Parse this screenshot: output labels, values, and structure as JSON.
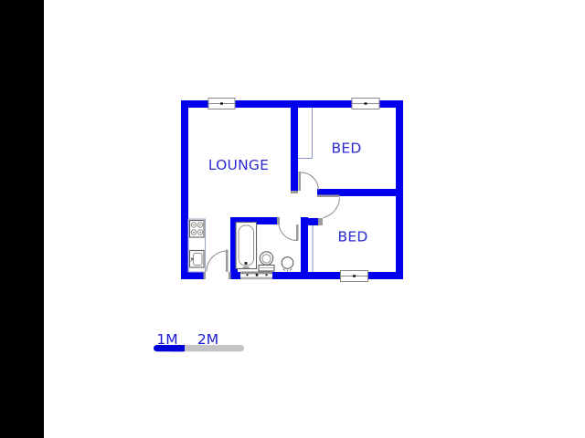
{
  "page": {
    "background": "#ffffff"
  },
  "sidebar": {
    "color": "#000000"
  },
  "floorplan": {
    "wall_color": "#0000ee",
    "label_color": "#2a2ad0",
    "rooms": [
      {
        "label": "LOUNGE"
      },
      {
        "label": "BED"
      },
      {
        "label": "BED"
      }
    ],
    "fixtures": [
      {
        "name": "stove"
      },
      {
        "name": "kitchen-sink"
      },
      {
        "name": "bathtub"
      },
      {
        "name": "toilet"
      },
      {
        "name": "hand-basin"
      }
    ]
  },
  "scale_bar": {
    "label_1m": "1M",
    "label_2m": "2M",
    "blue_color": "#0000d8",
    "gray_color": "#c4c4c4"
  }
}
